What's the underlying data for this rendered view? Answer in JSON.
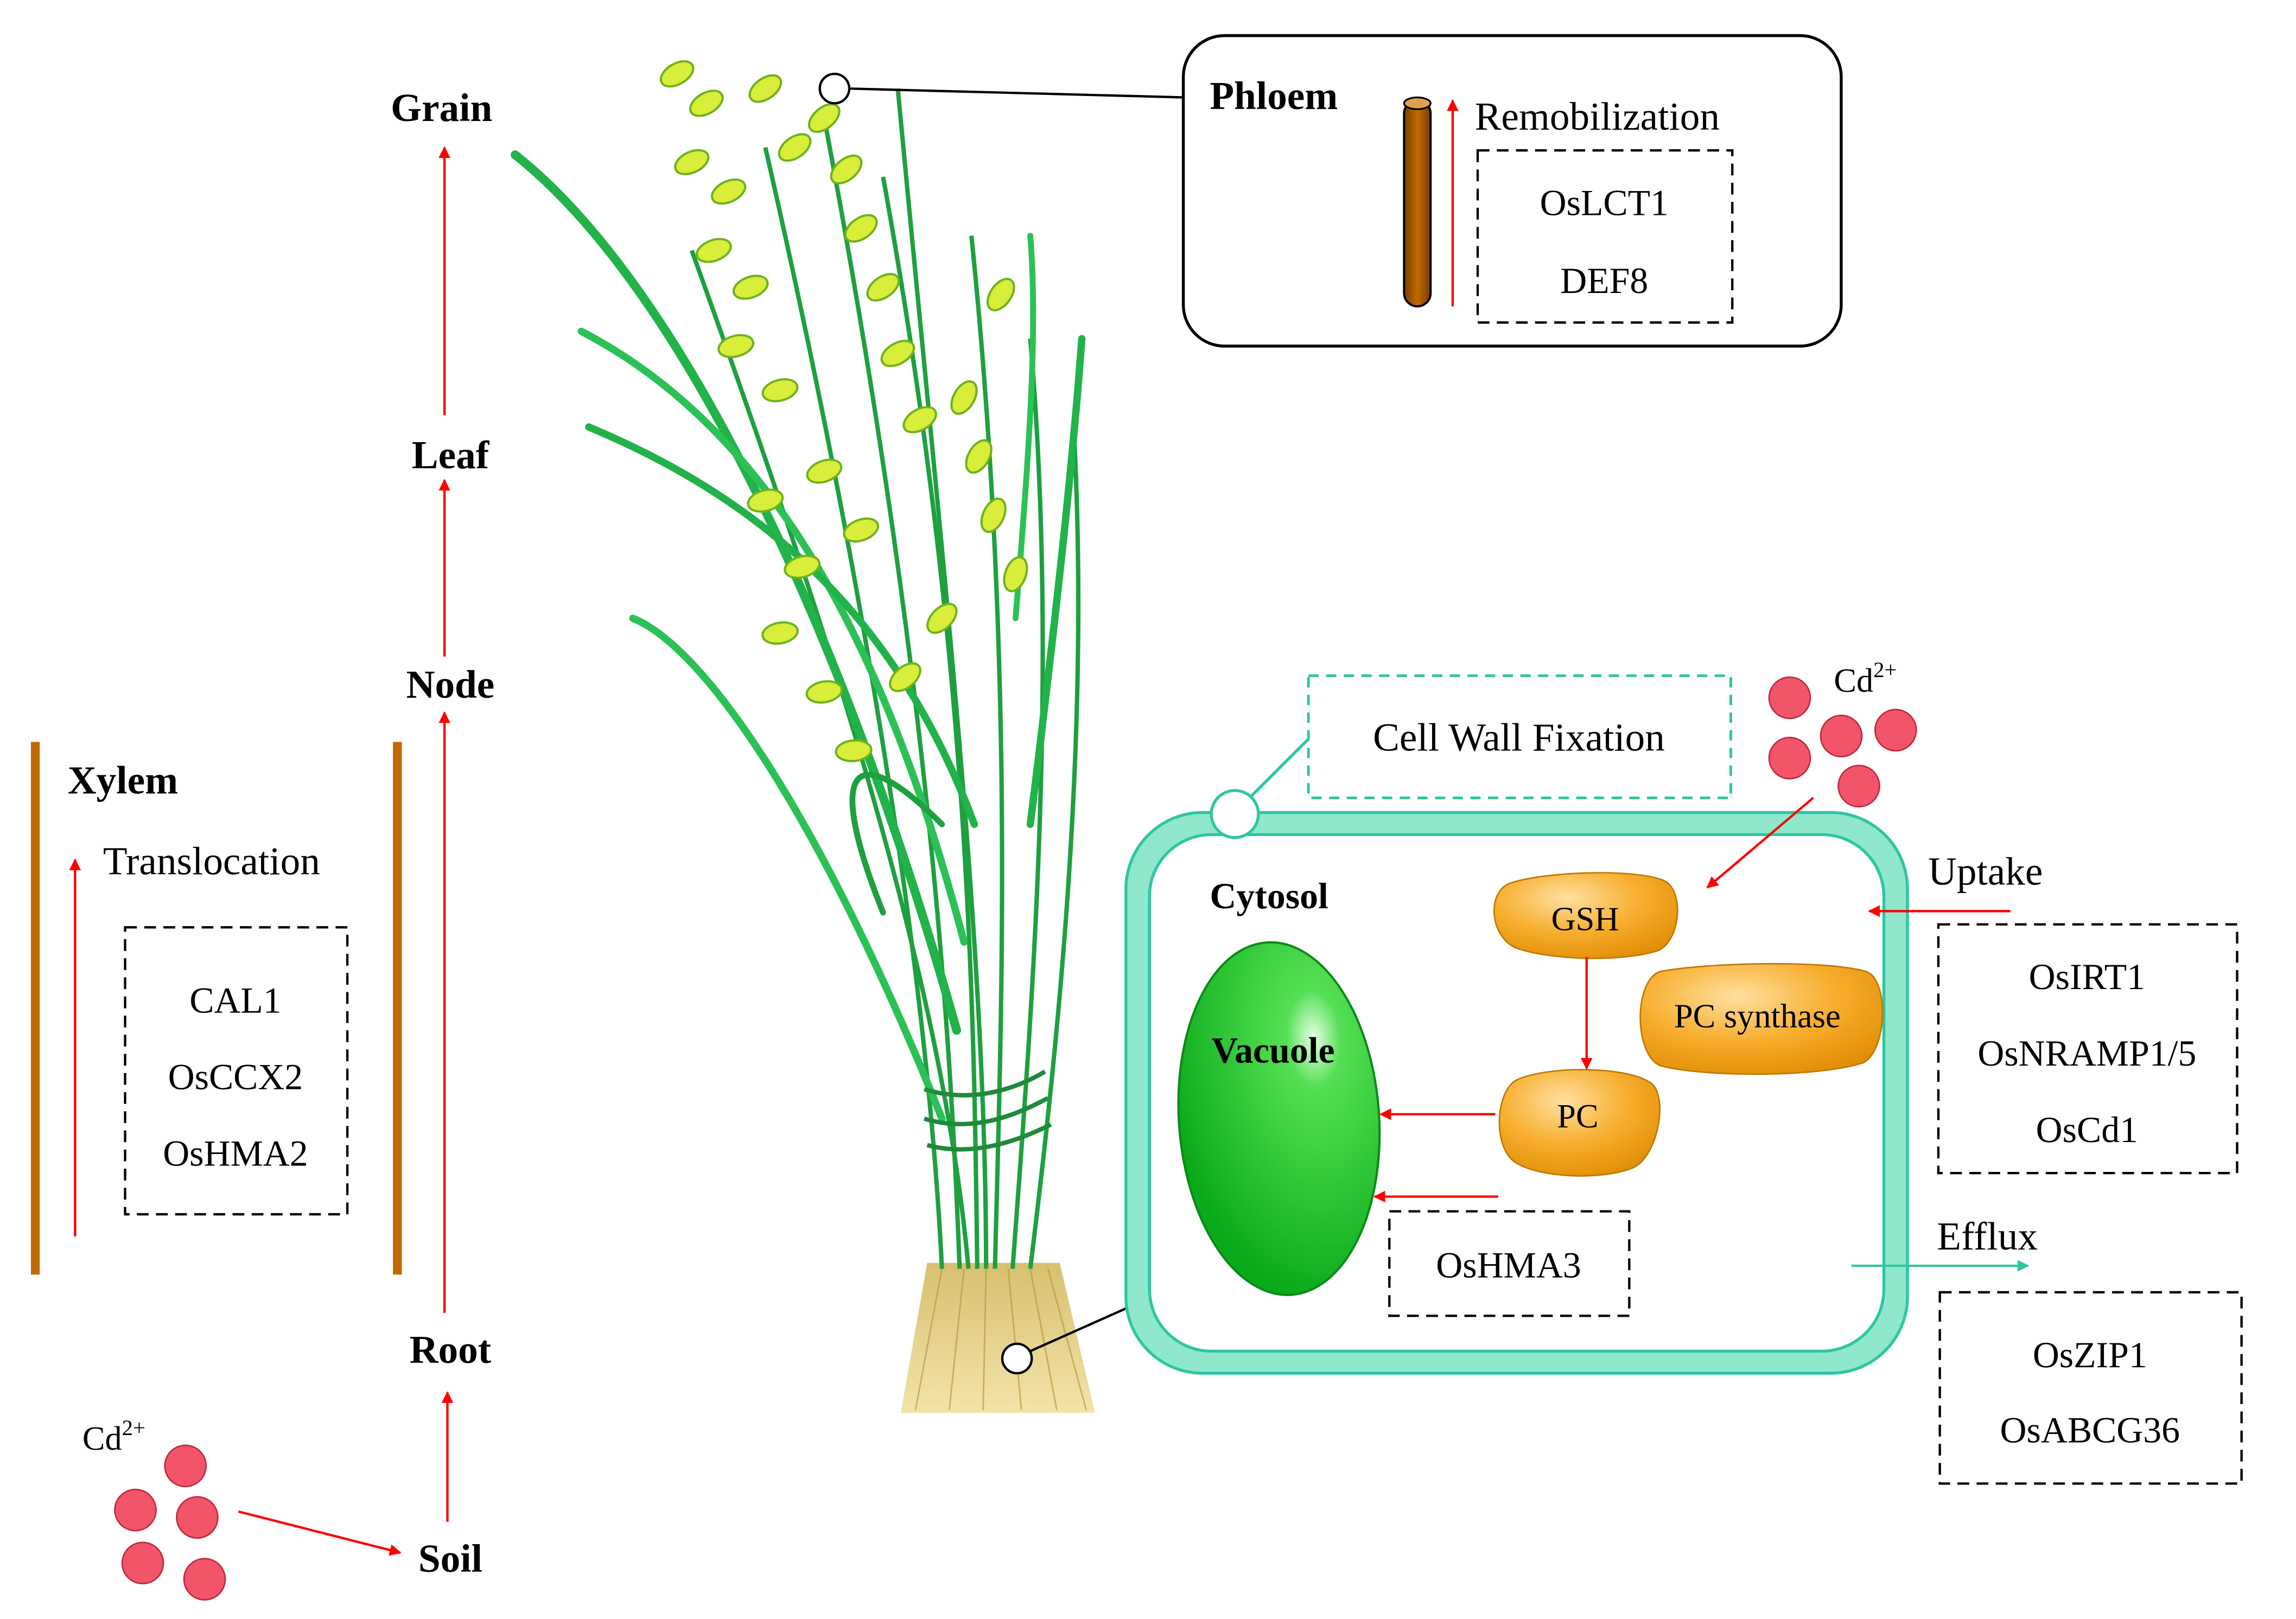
{
  "pathway": {
    "stages": [
      "Grain",
      "Leaf",
      "Node",
      "Root",
      "Soil"
    ]
  },
  "xylem": {
    "title": "Xylem",
    "process": "Translocation",
    "genes": [
      "CAL1",
      "OsCCX2",
      "OsHMA2"
    ]
  },
  "phloem": {
    "title": "Phloem",
    "process": "Remobilization",
    "genes": [
      "OsLCT1",
      "DEF8"
    ]
  },
  "cadmium": {
    "ion_base": "Cd",
    "ion_charge": "2+"
  },
  "cell": {
    "cell_wall_label": "Cell Wall Fixation",
    "cytosol_label": "Cytosol",
    "vacuole_label": "Vacuole",
    "gsh_label": "GSH",
    "pc_label": "PC",
    "pc_synthase_label": "PC synthase",
    "vacuole_transporter": "OsHMA3"
  },
  "uptake": {
    "label": "Uptake",
    "genes": [
      "OsIRT1",
      "OsNRAMP1/5",
      "OsCd1"
    ]
  },
  "efflux": {
    "label": "Efflux",
    "genes": [
      "OsZIP1",
      "OsABCG36"
    ]
  },
  "colors": {
    "arrow_red": "#ff0000",
    "cd_ion": "#f2556a",
    "xylem_bar": "#c06a00",
    "cell_teal": "#2ec6a0",
    "cell_fill": "#8fe8cc",
    "vacuole_green": "#11cc22",
    "enzyme_orange": "#f5a51c"
  }
}
